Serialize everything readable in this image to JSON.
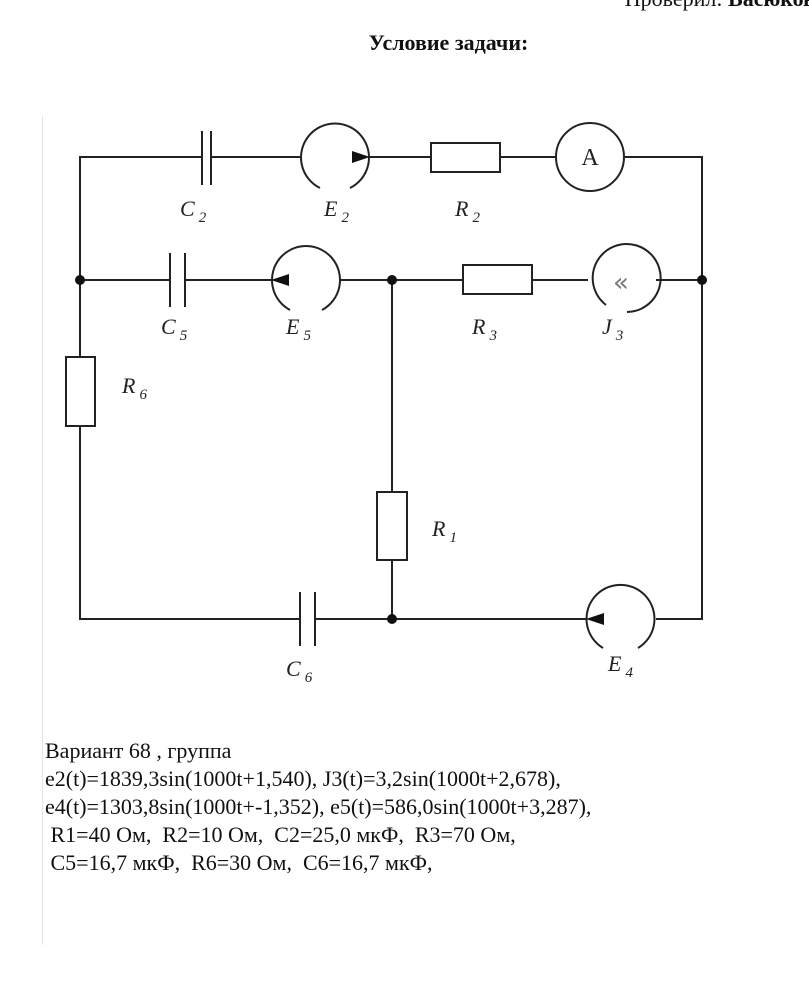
{
  "header": {
    "checked_label": "Проверил:",
    "checked_name": "Васюков"
  },
  "title": "Условие задачи:",
  "circuit": {
    "components": [
      {
        "id": "C2",
        "type": "capacitor",
        "label": "C",
        "sub": "2"
      },
      {
        "id": "E2",
        "type": "emf-source",
        "label": "E",
        "sub": "2",
        "direction": "right"
      },
      {
        "id": "R2",
        "type": "resistor",
        "label": "R",
        "sub": "2"
      },
      {
        "id": "A",
        "type": "ammeter",
        "label": "A"
      },
      {
        "id": "C5",
        "type": "capacitor",
        "label": "C",
        "sub": "5"
      },
      {
        "id": "E5",
        "type": "emf-source",
        "label": "E",
        "sub": "5",
        "direction": "left"
      },
      {
        "id": "R3",
        "type": "resistor",
        "label": "R",
        "sub": "3"
      },
      {
        "id": "J3",
        "type": "current-source",
        "label": "J",
        "sub": "3",
        "glyph": "«"
      },
      {
        "id": "R6",
        "type": "resistor",
        "label": "R",
        "sub": "6"
      },
      {
        "id": "R1",
        "type": "resistor",
        "label": "R",
        "sub": "1"
      },
      {
        "id": "C6",
        "type": "capacitor",
        "label": "C",
        "sub": "6"
      },
      {
        "id": "E4",
        "type": "emf-source",
        "label": "E",
        "sub": "4",
        "direction": "left"
      }
    ]
  },
  "params": {
    "lines": [
      "Вариант 68 , группа",
      "e2(t)=1839,3sin(1000t+1,540), J3(t)=3,2sin(1000t+2,678),",
      "e4(t)=1303,8sin(1000t+-1,352), e5(t)=586,0sin(1000t+3,287),",
      " R1=40 Ом,  R2=10 Ом,  C2=25,0 мкФ,  R3=70 Ом,",
      " C5=16,7 мкФ,  R6=30 Ом,  C6=16,7 мкФ,"
    ]
  }
}
